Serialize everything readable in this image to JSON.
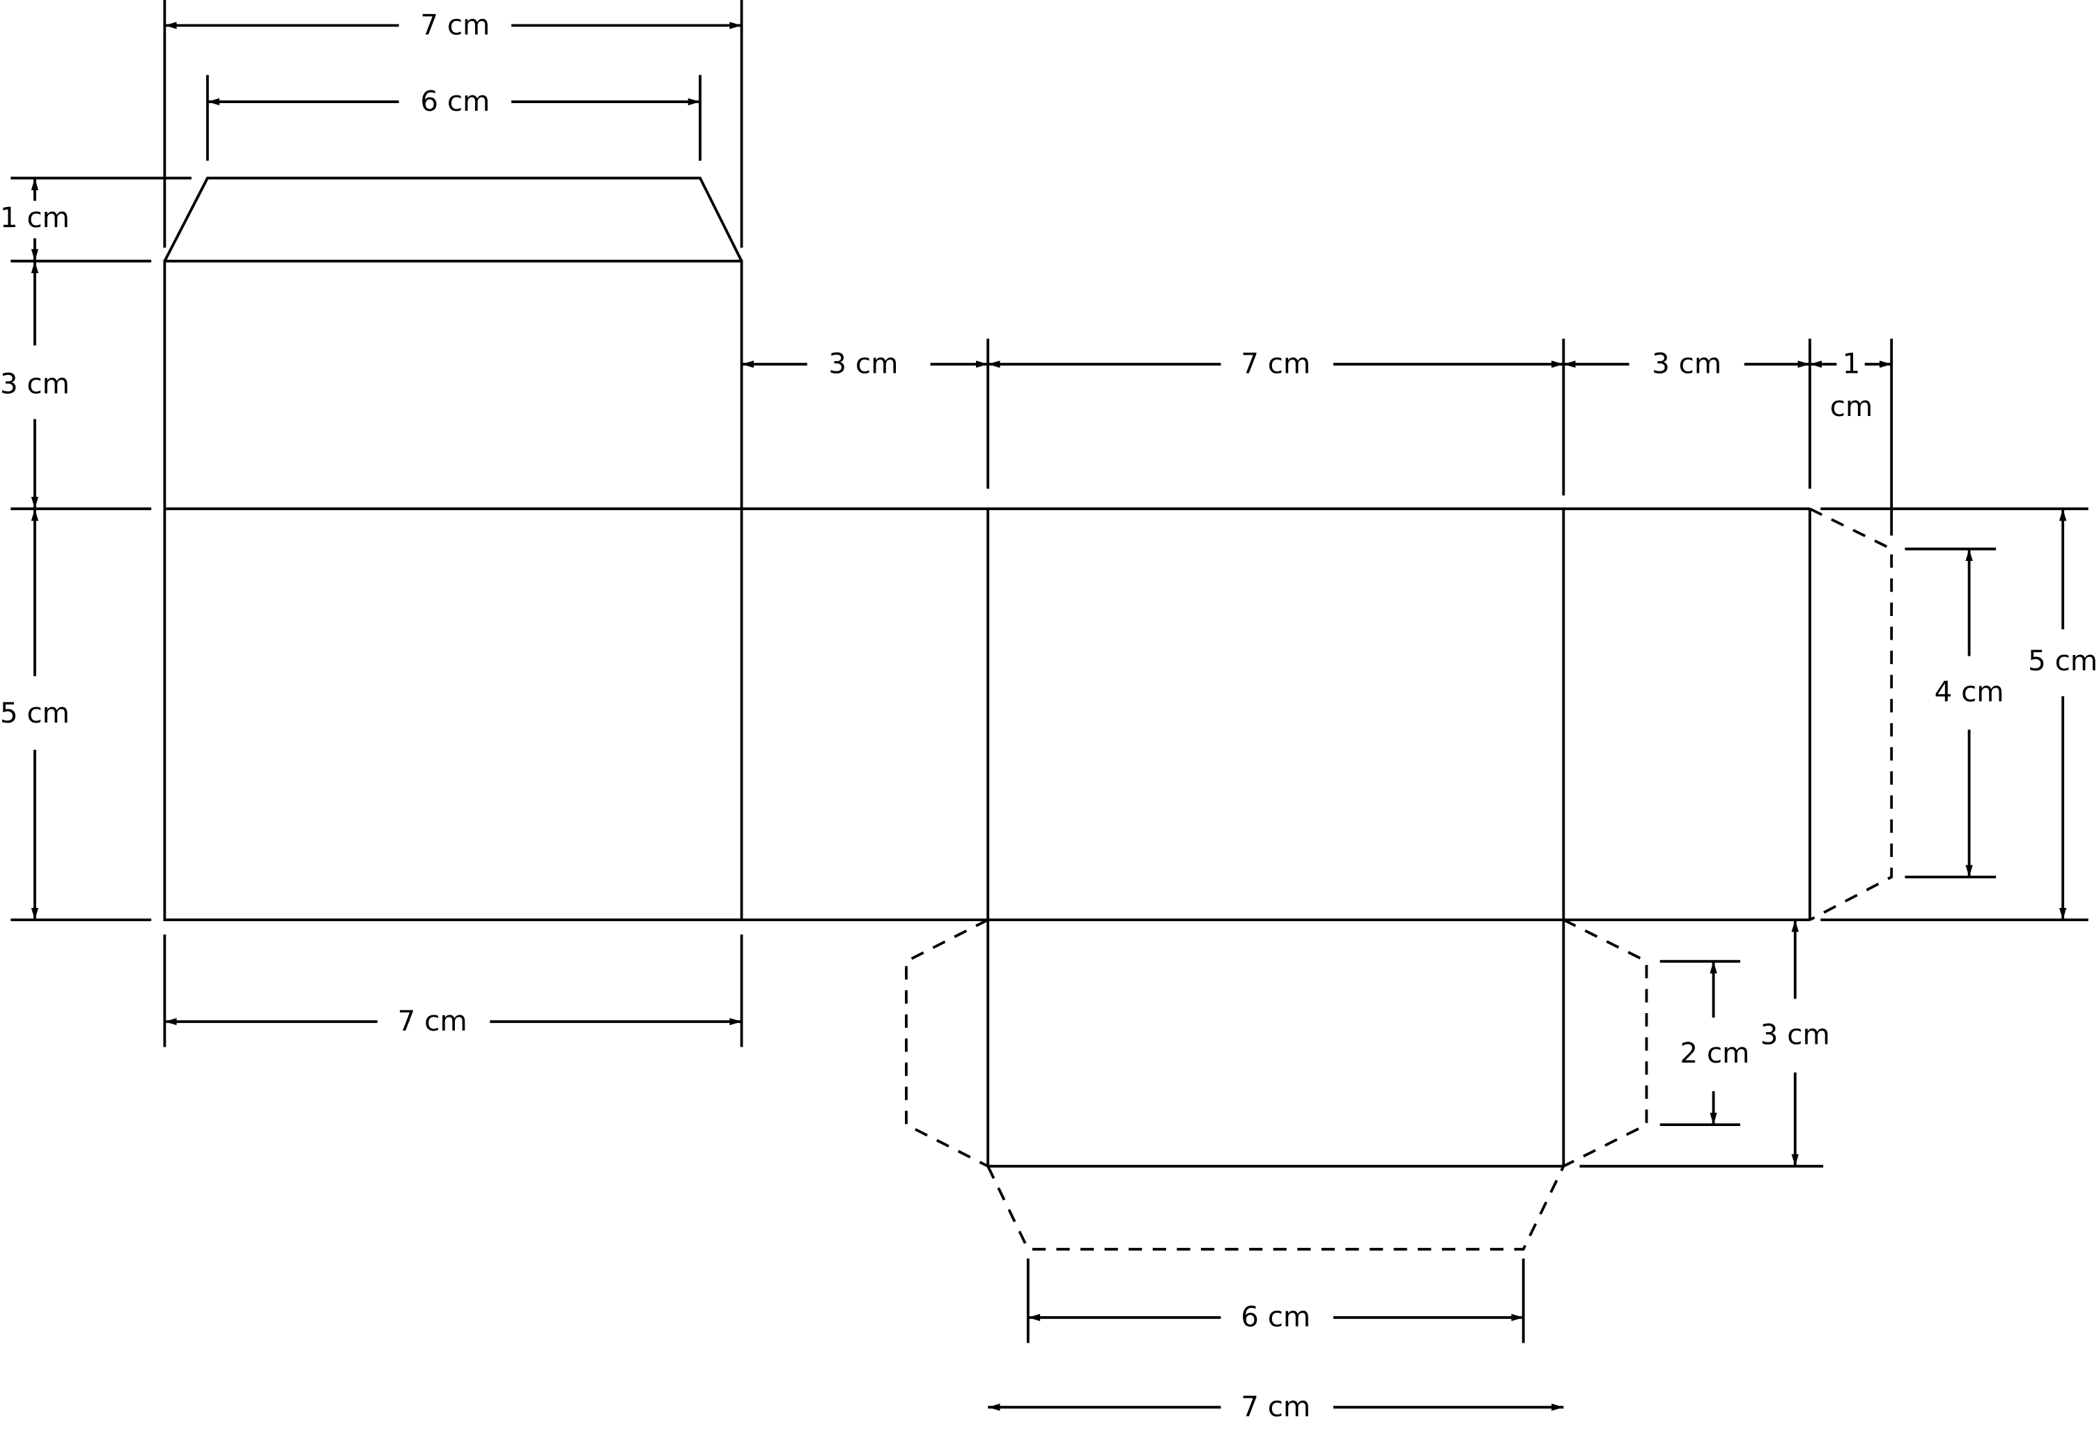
{
  "title": "Box net with dimensions",
  "labels": {
    "top_width": "7 cm",
    "top_flap_width": "6 cm",
    "left_flap_height": "1 cm",
    "left_side_height": "3 cm",
    "left_face_height": "5 cm",
    "left_bottom_width": "7 cm",
    "gap_left": "3 cm",
    "center_width": "7 cm",
    "gap_right": "3 cm",
    "tab_width_1": "1",
    "tab_width_2": "cm",
    "right_total_height": "5 cm",
    "right_tab_height": "4 cm",
    "side_tab_height": "2 cm",
    "bottom_face_height": "3 cm",
    "bottom_flap_width": "6 cm",
    "bottom_width": "7 cm"
  }
}
